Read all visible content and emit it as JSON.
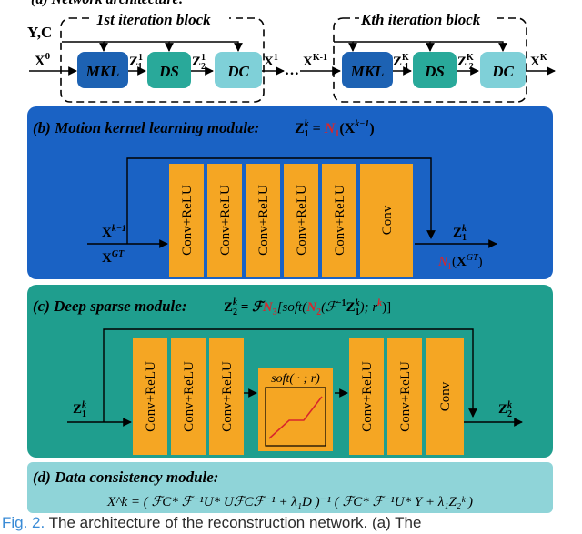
{
  "arch": {
    "label": "(a) Network architecture:",
    "inputs_top": "Y,C",
    "x0": "X",
    "x0_sup": "0",
    "block1_title": "1st iteration block",
    "blockk_title": "Kth iteration block",
    "mkl": "MKL",
    "ds": "DS",
    "dc": "DC",
    "z1": "Z",
    "z1_sub": "1",
    "z1_sup": "1",
    "z2": "Z",
    "z2_sub": "2",
    "z2_sup": "1",
    "x1": "X",
    "x1_sup": "1",
    "dots": "…",
    "xk1": "X",
    "xk1_sup": "K-1",
    "z1k": "Z",
    "z1k_sub": "1",
    "z1k_sup": "K",
    "z2k": "Z",
    "z2k_sub": "2",
    "z2k_sup": "K",
    "xk": "X",
    "xk_sup": "K"
  },
  "mkl_module": {
    "title": "(b) Motion kernel learning module:",
    "formula_lhs": "Z",
    "formula_sup": "k",
    "formula_sub": "1",
    "formula_eq": " = ",
    "formula_n": "N",
    "formula_n_sub": "1",
    "formula_arg": "X",
    "formula_arg_sup": "k−1",
    "blocks": [
      "Conv+ReLU",
      "Conv+ReLU",
      "Conv+ReLU",
      "Conv+ReLU",
      "Conv+ReLU",
      "Conv"
    ],
    "input_1": "X",
    "input_1_sup": "k−1",
    "input_2": "X",
    "input_2_sup": "GT",
    "output_1": "Z",
    "output_1_sup": "k",
    "output_1_sub": "1",
    "output_2_n": "N",
    "output_2_sub": "1",
    "output_2_arg": "X",
    "output_2_arg_sup": "GT"
  },
  "ds_module": {
    "title": "(c) Deep sparse module:",
    "formula": "Z",
    "formula_sup": "k",
    "formula_sub": "2",
    "formula_rhs_1": " = ℱ",
    "formula_n3": "N",
    "formula_n3_sub": "3",
    "formula_soft": "[soft(",
    "formula_n2": "N",
    "formula_n2_sub": "2",
    "formula_inner": "(ℱ",
    "formula_inner_sup": "−1",
    "formula_inner_z": "Z",
    "formula_inner_z_sup": "k",
    "formula_inner_z_sub": "1",
    "formula_r": "); r",
    "formula_r_sup": "k",
    "formula_end": ")]",
    "left_blocks": [
      "Conv+ReLU",
      "Conv+ReLU",
      "Conv+ReLU"
    ],
    "soft_label": "soft( · ; r)",
    "right_blocks": [
      "Conv+ReLU",
      "Conv+ReLU",
      "Conv"
    ],
    "input": "Z",
    "input_sup": "k",
    "input_sub": "1",
    "output": "Z",
    "output_sup": "k",
    "output_sub": "2"
  },
  "dc_module": {
    "title": "(d) Data consistency module:",
    "formula": "X^k = ( ℱC* ℱ⁻¹U* UℱCℱ⁻¹ + λ₁D )⁻¹ ( ℱC* ℱ⁻¹U* Y + λ₁Z₂ᵏ )"
  },
  "caption": {
    "fig": "Fig. 2.",
    "text": " The architecture of the reconstruction network. (a) The"
  },
  "colors": {
    "mkl_dark": "#1d62b3",
    "ds_green": "#29a99a",
    "dc_light": "#7fd0d8",
    "panel_b_bg": "#1a62c4",
    "panel_c_bg": "#1f9e8e",
    "panel_d_bg": "#8fd4d8",
    "orange": "#f5a623",
    "red_text": "#d8262c"
  }
}
